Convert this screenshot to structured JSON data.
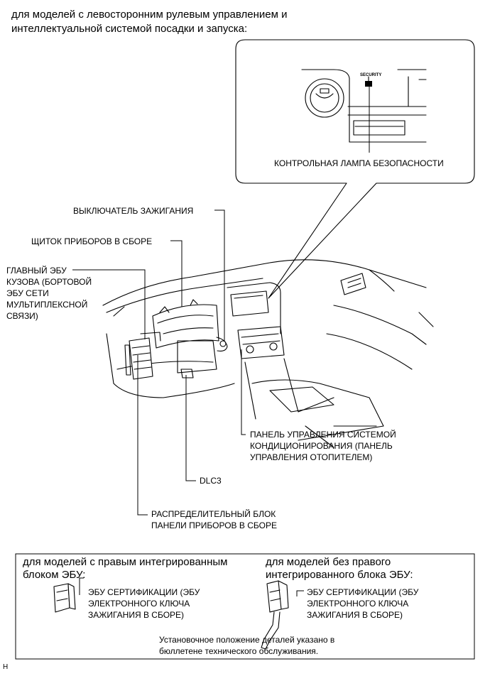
{
  "header": {
    "line1": "для моделей с левосторонним рулевым управлением и",
    "line2": "интеллектуальной системой посадки и запуска:"
  },
  "callout": {
    "security_text": "SECURITY",
    "label": "КОНТРОЛЬНАЯ ЛАМПА БЕЗОПАСНОСТИ"
  },
  "labels": {
    "ignition_switch": "ВЫКЛЮЧАТЕЛЬ ЗАЖИГАНИЯ",
    "combination_meter": "ЩИТОК ПРИБОРОВ В СБОРЕ",
    "main_body_ecu": [
      "ГЛАВНЫЙ ЭБУ",
      "КУЗОВА (БОРТОВОЙ",
      "ЭБУ СЕТИ",
      "МУЛЬТИПЛЕКСНОЙ",
      "СВЯЗИ)"
    ],
    "ac_panel": [
      "ПАНЕЛЬ УПРАВЛЕНИЯ СИСТЕМОЙ",
      "КОНДИЦИОНИРОВАНИЯ (ПАНЕЛЬ",
      "УПРАВЛЕНИЯ ОТОПИТЕЛЕМ)"
    ],
    "dlc3": "DLC3",
    "junction_block": [
      "РАСПРЕДЕЛИТЕЛЬНЫЙ БЛОК",
      "ПАНЕЛИ ПРИБОРОВ В СБОРЕ"
    ]
  },
  "bottom_box": {
    "left_header": [
      "для моделей с правым интегрированным",
      "блоком ЭБУ:"
    ],
    "right_header": [
      "для моделей без правого",
      "интегрированного блока ЭБУ:"
    ],
    "left_label": [
      "ЭБУ СЕРТИФИКАЦИИ (ЭБУ",
      "ЭЛЕКТРОННОГО КЛЮЧА",
      "ЗАЖИГАНИЯ В СБОРЕ)"
    ],
    "right_label": [
      "ЭБУ СЕРТИФИКАЦИИ (ЭБУ",
      "ЭЛЕКТРОННОГО КЛЮЧА",
      "ЗАЖИГАНИЯ В СБОРЕ)"
    ],
    "note": [
      "Установочное положение деталей указано в",
      "бюллетене технического обслуживания."
    ]
  },
  "footer_mark": "H"
}
